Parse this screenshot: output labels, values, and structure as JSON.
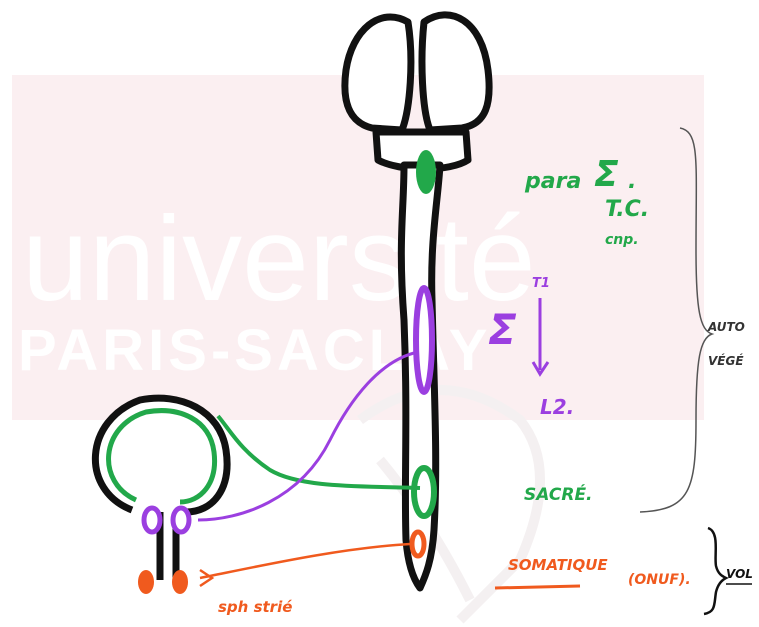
{
  "watermark": {
    "line1": "université",
    "line2": "PARIS-SACLAY",
    "color": "#fbeff1"
  },
  "labels": {
    "parasympathetic_prefix": "para",
    "sigma": "Σ",
    "sigma_dot": ".",
    "tc": "T.C.",
    "cnp": "cnp.",
    "t1": "T1",
    "sympathetic_sigma": "Σ",
    "l2": "L2.",
    "sacre": "SACRÉ.",
    "somatique": "SOMATIQUE",
    "onuf": "(ONUF).",
    "auto": "AUTO",
    "vege": "VÉGÉ",
    "vol": "VOL",
    "sph_strie": "sph strié"
  },
  "colors": {
    "parasympathetic": "#22a84a",
    "sympathetic": "#9b3fe0",
    "somatic": "#f05a1e",
    "outline": "#111111",
    "brace": "#555555"
  }
}
